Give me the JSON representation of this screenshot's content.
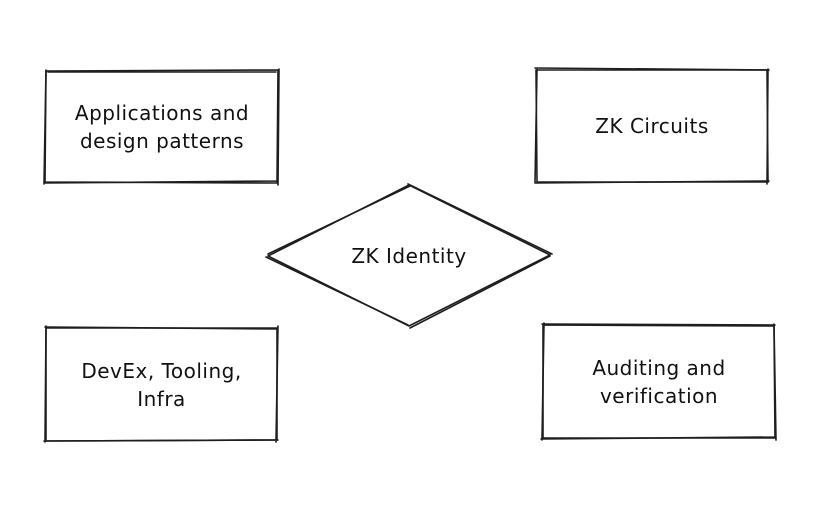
{
  "diagram": {
    "center": {
      "label": "ZK Identity"
    },
    "nodes": [
      {
        "id": "top-left",
        "label": "Applications and\ndesign patterns"
      },
      {
        "id": "top-right",
        "label": "ZK Circuits"
      },
      {
        "id": "bottom-left",
        "label": "DevEx, Tooling,\nInfra"
      },
      {
        "id": "bottom-right",
        "label": "Auditing and\nverification"
      }
    ]
  },
  "colors": {
    "stroke": "#1e1e1e",
    "background": "#ffffff",
    "text": "#111111"
  }
}
